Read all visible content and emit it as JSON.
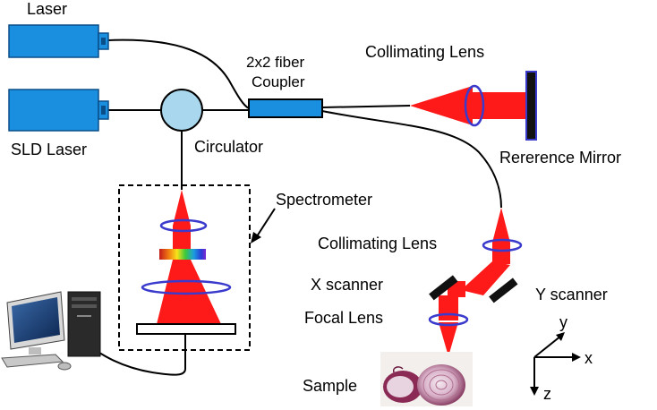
{
  "labels": {
    "laser": "Laser",
    "sld_laser": "SLD Laser",
    "circulator": "Circulator",
    "coupler_line1": "2x2 fiber",
    "coupler_line2": "Coupler",
    "collimating_lens_top": "Collimating Lens",
    "reference_mirror": "Rererence Mirror",
    "spectrometer": "Spectrometer",
    "collimating_lens_sample": "Collimating Lens",
    "x_scanner": "X scanner",
    "y_scanner": "Y  scanner",
    "focal_lens": "Focal Lens",
    "sample": "Sample",
    "axis_x": "x",
    "axis_y": "y",
    "axis_z": "z"
  },
  "colors": {
    "laser_body": "#1a8fe0",
    "laser_edge": "#0b4f8a",
    "beam": "#ff1a1a",
    "lens_stroke": "#3a3acc",
    "circulator_fill": "#a9d8ee",
    "coupler_fill": "#1a8fe0",
    "mirror": "#111111",
    "mirror_edge": "#3a3acc"
  }
}
